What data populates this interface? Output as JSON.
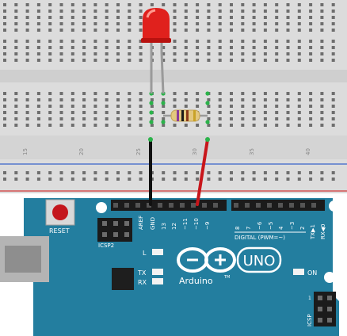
{
  "breadboard": {
    "column_numbers": [
      {
        "text": "15"
      },
      {
        "text": "20"
      },
      {
        "text": "25"
      },
      {
        "text": "30"
      },
      {
        "text": "35"
      },
      {
        "text": "40"
      }
    ]
  },
  "components": {
    "led": {
      "color_name": "red",
      "color": "#e0211d"
    },
    "resistor": {
      "body_color": "#e3c77e"
    },
    "wire_gnd": {
      "color": "#111111"
    },
    "wire_signal": {
      "color": "#c8161b"
    }
  },
  "arduino": {
    "board_color": "#237e9f",
    "reset_label": "RESET",
    "icsp2_label": "ICSP2",
    "icsp_label": "ICSP",
    "aref": "AREF",
    "gnd": "GND",
    "pins": [
      {
        "label": "13"
      },
      {
        "label": "12"
      },
      {
        "label": "~11"
      },
      {
        "label": "~10"
      },
      {
        "label": "~9"
      },
      {
        "label": "8"
      },
      {
        "label": "7"
      },
      {
        "label": "~6"
      },
      {
        "label": "~5"
      },
      {
        "label": "4"
      },
      {
        "label": "~3"
      },
      {
        "label": "2"
      },
      {
        "label": "TX▶1"
      },
      {
        "label": "RX◀0"
      }
    ],
    "digital_label": "DIGITAL (PWM=~)",
    "led_labels": {
      "l": "L",
      "tx": "TX",
      "rx": "RX",
      "on": "ON"
    },
    "brand": "Arduino",
    "brand_tm": "TM",
    "model": "UNO"
  }
}
